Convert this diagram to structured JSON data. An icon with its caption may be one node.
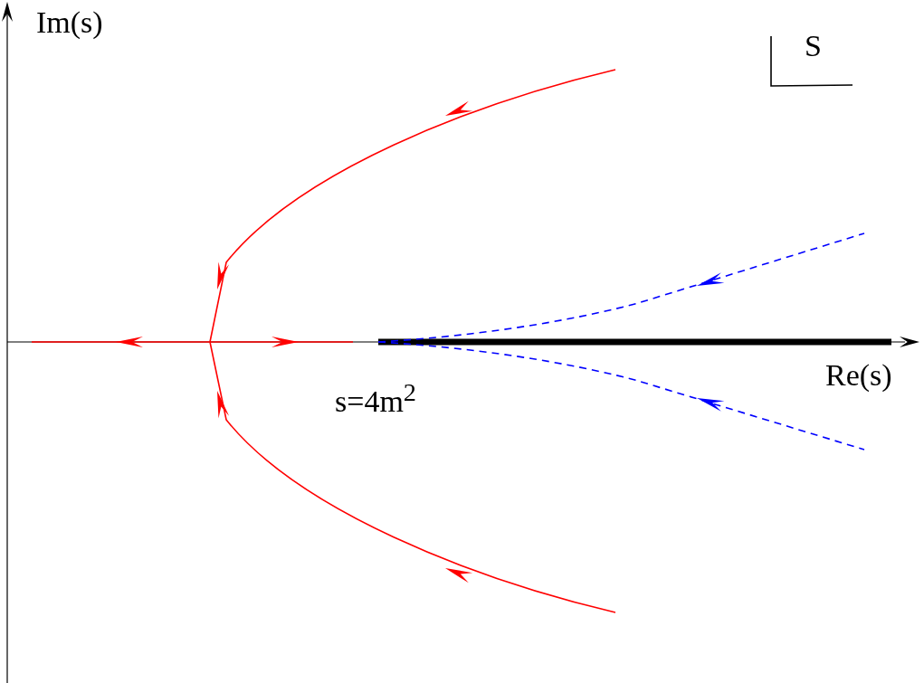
{
  "diagram": {
    "labels": [
      "Im(s)",
      "S",
      "Re(s)",
      "s=4m$^{2}$"
    ]
  }
}
